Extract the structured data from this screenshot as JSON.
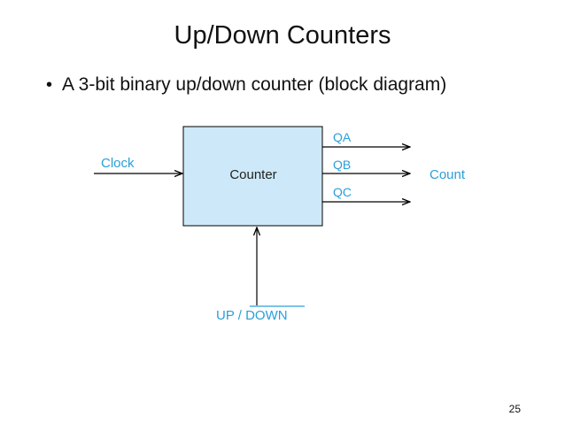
{
  "slide": {
    "title": "Up/Down Counters",
    "bullet": "A 3-bit binary up/down counter (block diagram)",
    "page_number": "25"
  },
  "diagram": {
    "block_label": "Counter",
    "input_clock": "Clock",
    "input_mode_prefix": "UP / ",
    "input_mode_overbar": "DOWN",
    "outputs": [
      "QA",
      "QB",
      "QC"
    ],
    "output_group": "Count"
  },
  "colors": {
    "block_fill": "#cde9f9",
    "label_blue": "#2a9fd8",
    "line": "#000000"
  }
}
